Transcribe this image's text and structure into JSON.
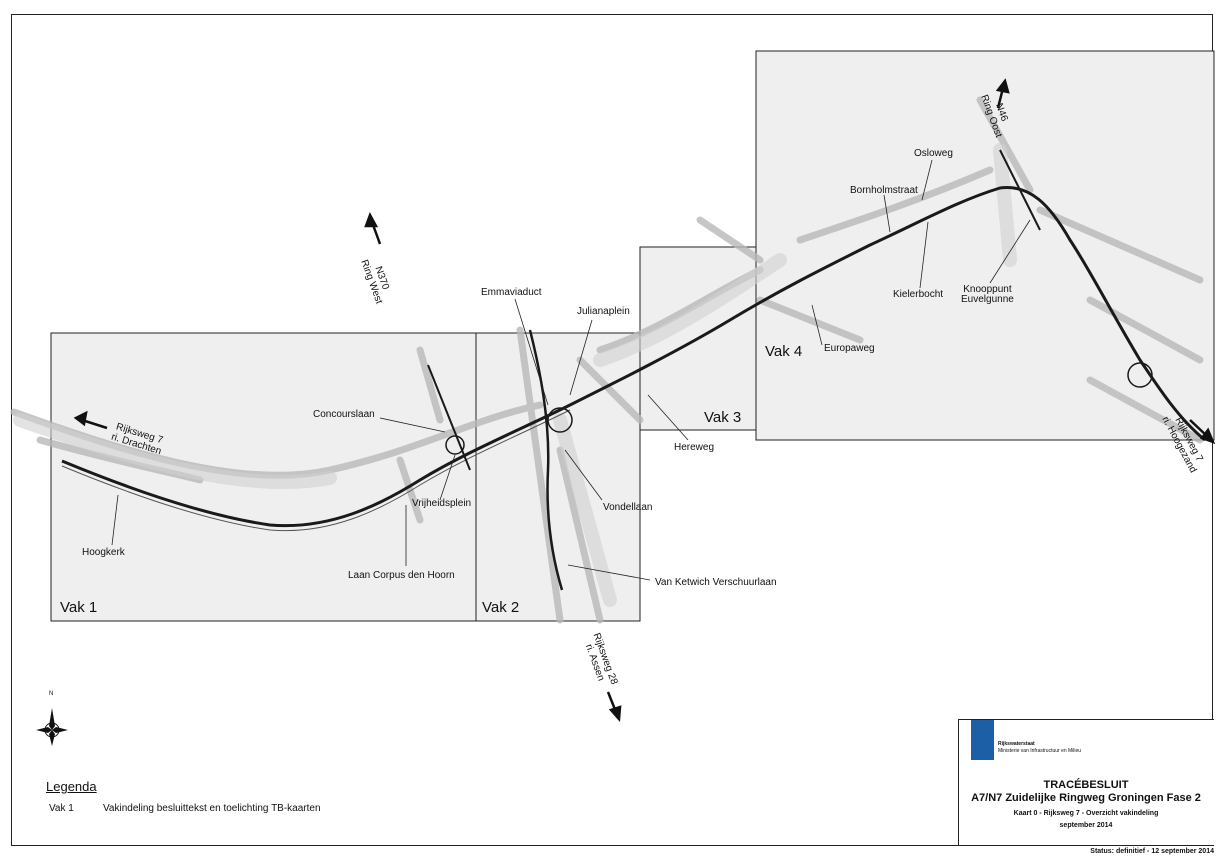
{
  "vakken": [
    "Vak 1",
    "Vak 2",
    "Vak 3",
    "Vak 4"
  ],
  "places": {
    "concourslaan": "Concourslaan",
    "vrijheidsplein": "Vrijheidsplein",
    "hoogkerk": "Hoogkerk",
    "laan_corpus": "Laan Corpus den Hoorn",
    "emmaviaduct": "Emmaviaduct",
    "julianaplein": "Julianaplein",
    "vondellaan": "Vondellaan",
    "van_ketwich": "Van Ketwich Verschuurlaan",
    "hereweg": "Hereweg",
    "europaweg": "Europaweg",
    "osloweg": "Osloweg",
    "bornholmstraat": "Bornholmstraat",
    "kielerbocht": "Kielerbocht",
    "knooppunt_1": "Knooppunt",
    "knooppunt_2": "Euvelgunne"
  },
  "directions": {
    "drachten_1": "Rijksweg 7",
    "drachten_2": "ri. Drachten",
    "n370_1": "N370",
    "n370_2": "Ring West",
    "n46_1": "N46",
    "n46_2": "Ring Oost",
    "assen_1": "Rijksweg 28",
    "assen_2": "ri. Assen",
    "hoogezand_1": "Rijksweg 7",
    "hoogezand_2": "ri. Hoogezand"
  },
  "compass_north": "N",
  "legend": {
    "title": "Legenda",
    "item_label": "Vak 1",
    "item_text": "Vakindeling besluittekst en toelichting TB-kaarten"
  },
  "title_block": {
    "logo_line1": "Rijkswaterstaat",
    "logo_line2": "Ministerie van Infrastructuur en Milieu",
    "doc_type": "TRACÉBESLUIT",
    "project": "A7/N7 Zuidelijke Ringweg Groningen Fase 2",
    "map_title": "Kaart 0 - Rijksweg 7 - Overzicht vakindeling",
    "date": "september 2014"
  },
  "status": "Status: definitief - 12 september 2014",
  "colors": {
    "section_fill": "#efefef",
    "road_main": "#1a1a1a",
    "urban": "#bdbdbd",
    "logo_blue": "#1d5fa6"
  }
}
